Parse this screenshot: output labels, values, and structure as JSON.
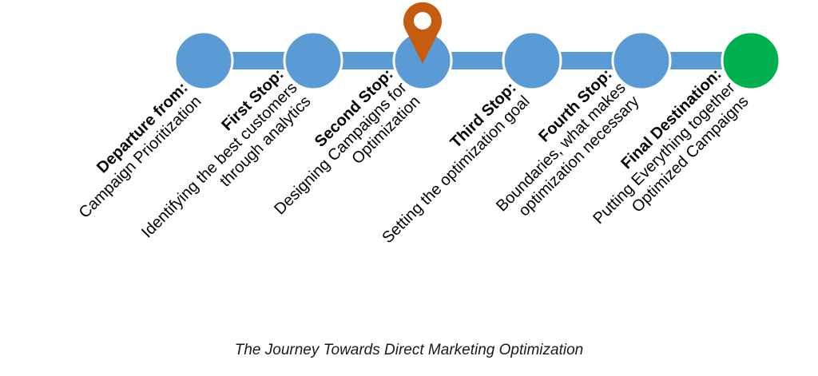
{
  "colors": {
    "track": "#5b9bd5",
    "stop": "#5b9bd5",
    "destination": "#00b050",
    "marker": "#c55a11"
  },
  "marker": {
    "icon": "map-pin-icon",
    "current_stop_index": 2
  },
  "stops": [
    {
      "title": "Departure from:",
      "lines": [
        "Campaign Prioritization"
      ],
      "is_destination": false
    },
    {
      "title": "First Stop:",
      "lines": [
        "Identifying the best customers",
        "through analytics"
      ],
      "is_destination": false
    },
    {
      "title": "Second Stop:",
      "lines": [
        "Designing Campaigns for",
        "Optimization"
      ],
      "is_destination": false
    },
    {
      "title": "Third Stop:",
      "lines": [
        "Setting the optimization goal"
      ],
      "is_destination": false
    },
    {
      "title": "Fourth Stop:",
      "lines": [
        "Boundaries, what makes",
        "optimization necessary"
      ],
      "is_destination": false
    },
    {
      "title": "Final Destination:",
      "lines": [
        "Putting Everything together",
        "Optimized Campaigns"
      ],
      "is_destination": true
    }
  ],
  "caption": "The Journey Towards Direct Marketing Optimization"
}
